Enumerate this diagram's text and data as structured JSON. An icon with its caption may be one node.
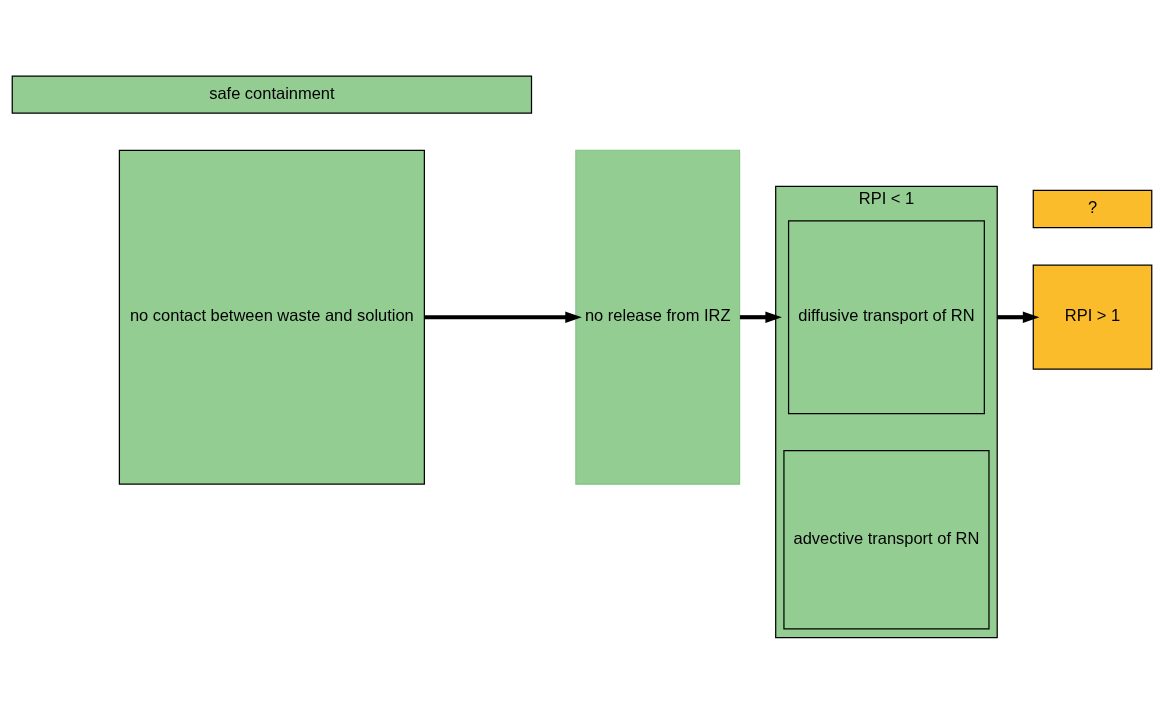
{
  "diagram": {
    "nodes": [
      {
        "text": [
          "no contact between waste and solution"
        ]
      },
      {
        "text": [
          "no release from IRZ"
        ]
      },
      {
        "text": [
          "RPI < 1"
        ]
      },
      {
        "text": [
          "diffusive transport of RN"
        ],
        "in": 2
      },
      {
        "text": [
          "advective transport of RN"
        ],
        "in": 2
      },
      {
        "text": [
          "RPI > 1"
        ]
      },
      {
        "text": [
          "safe containment"
        ]
      },
      {
        "text": [
          "?"
        ]
      }
    ],
    "edges": [
      {
        "from": 0,
        "to": 1,
        "arrow": "to"
      },
      {
        "from": 1,
        "to": 2,
        "arrow": "to"
      },
      {
        "from": 2,
        "to": 5,
        "arrow": "to"
      }
    ]
  }
}
